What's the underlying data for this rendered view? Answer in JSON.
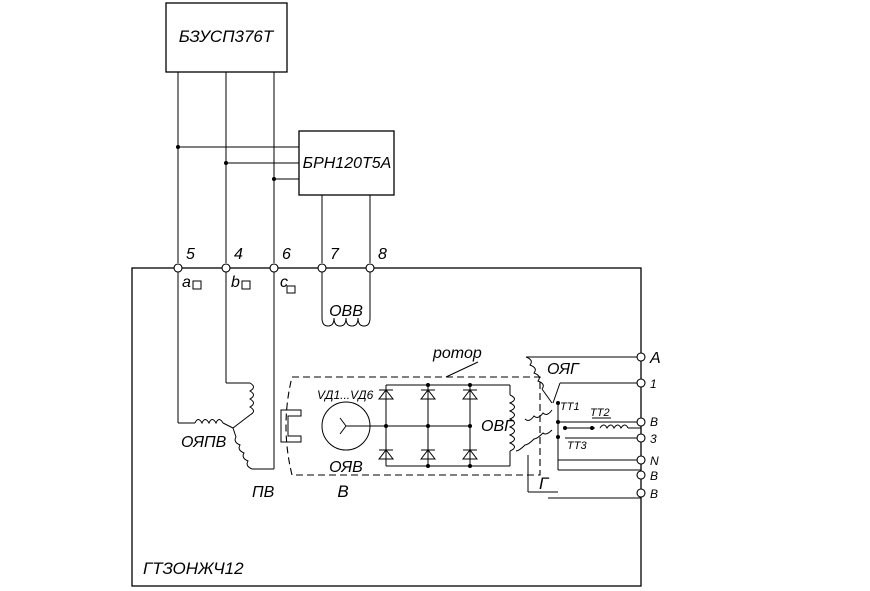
{
  "blocks": {
    "bzu": "БЗУСП376Т",
    "brn": "БРН120Т5А"
  },
  "terminals": {
    "t5": "5",
    "t4": "4",
    "t6": "6",
    "t7": "7",
    "t8": "8",
    "a": "a",
    "b": "b",
    "c": "c"
  },
  "windings": {
    "ovv": "ОВВ",
    "oyapv": "ОЯПВ",
    "pv": "ПВ",
    "oyav": "ОЯВ",
    "v": "В",
    "ovg": "ОВГ",
    "oyag": "ОЯГ",
    "g": "Г",
    "diodes": "VД1...VД6",
    "rotor": "ротор"
  },
  "transformers": {
    "tt1": "ТТ1",
    "tt2": "ТТ2",
    "tt3": "ТТ3"
  },
  "outputs": [
    "А",
    "1",
    "В",
    "3",
    "N",
    "В",
    "В"
  ],
  "generator": "ГТЗОНЖЧ12"
}
